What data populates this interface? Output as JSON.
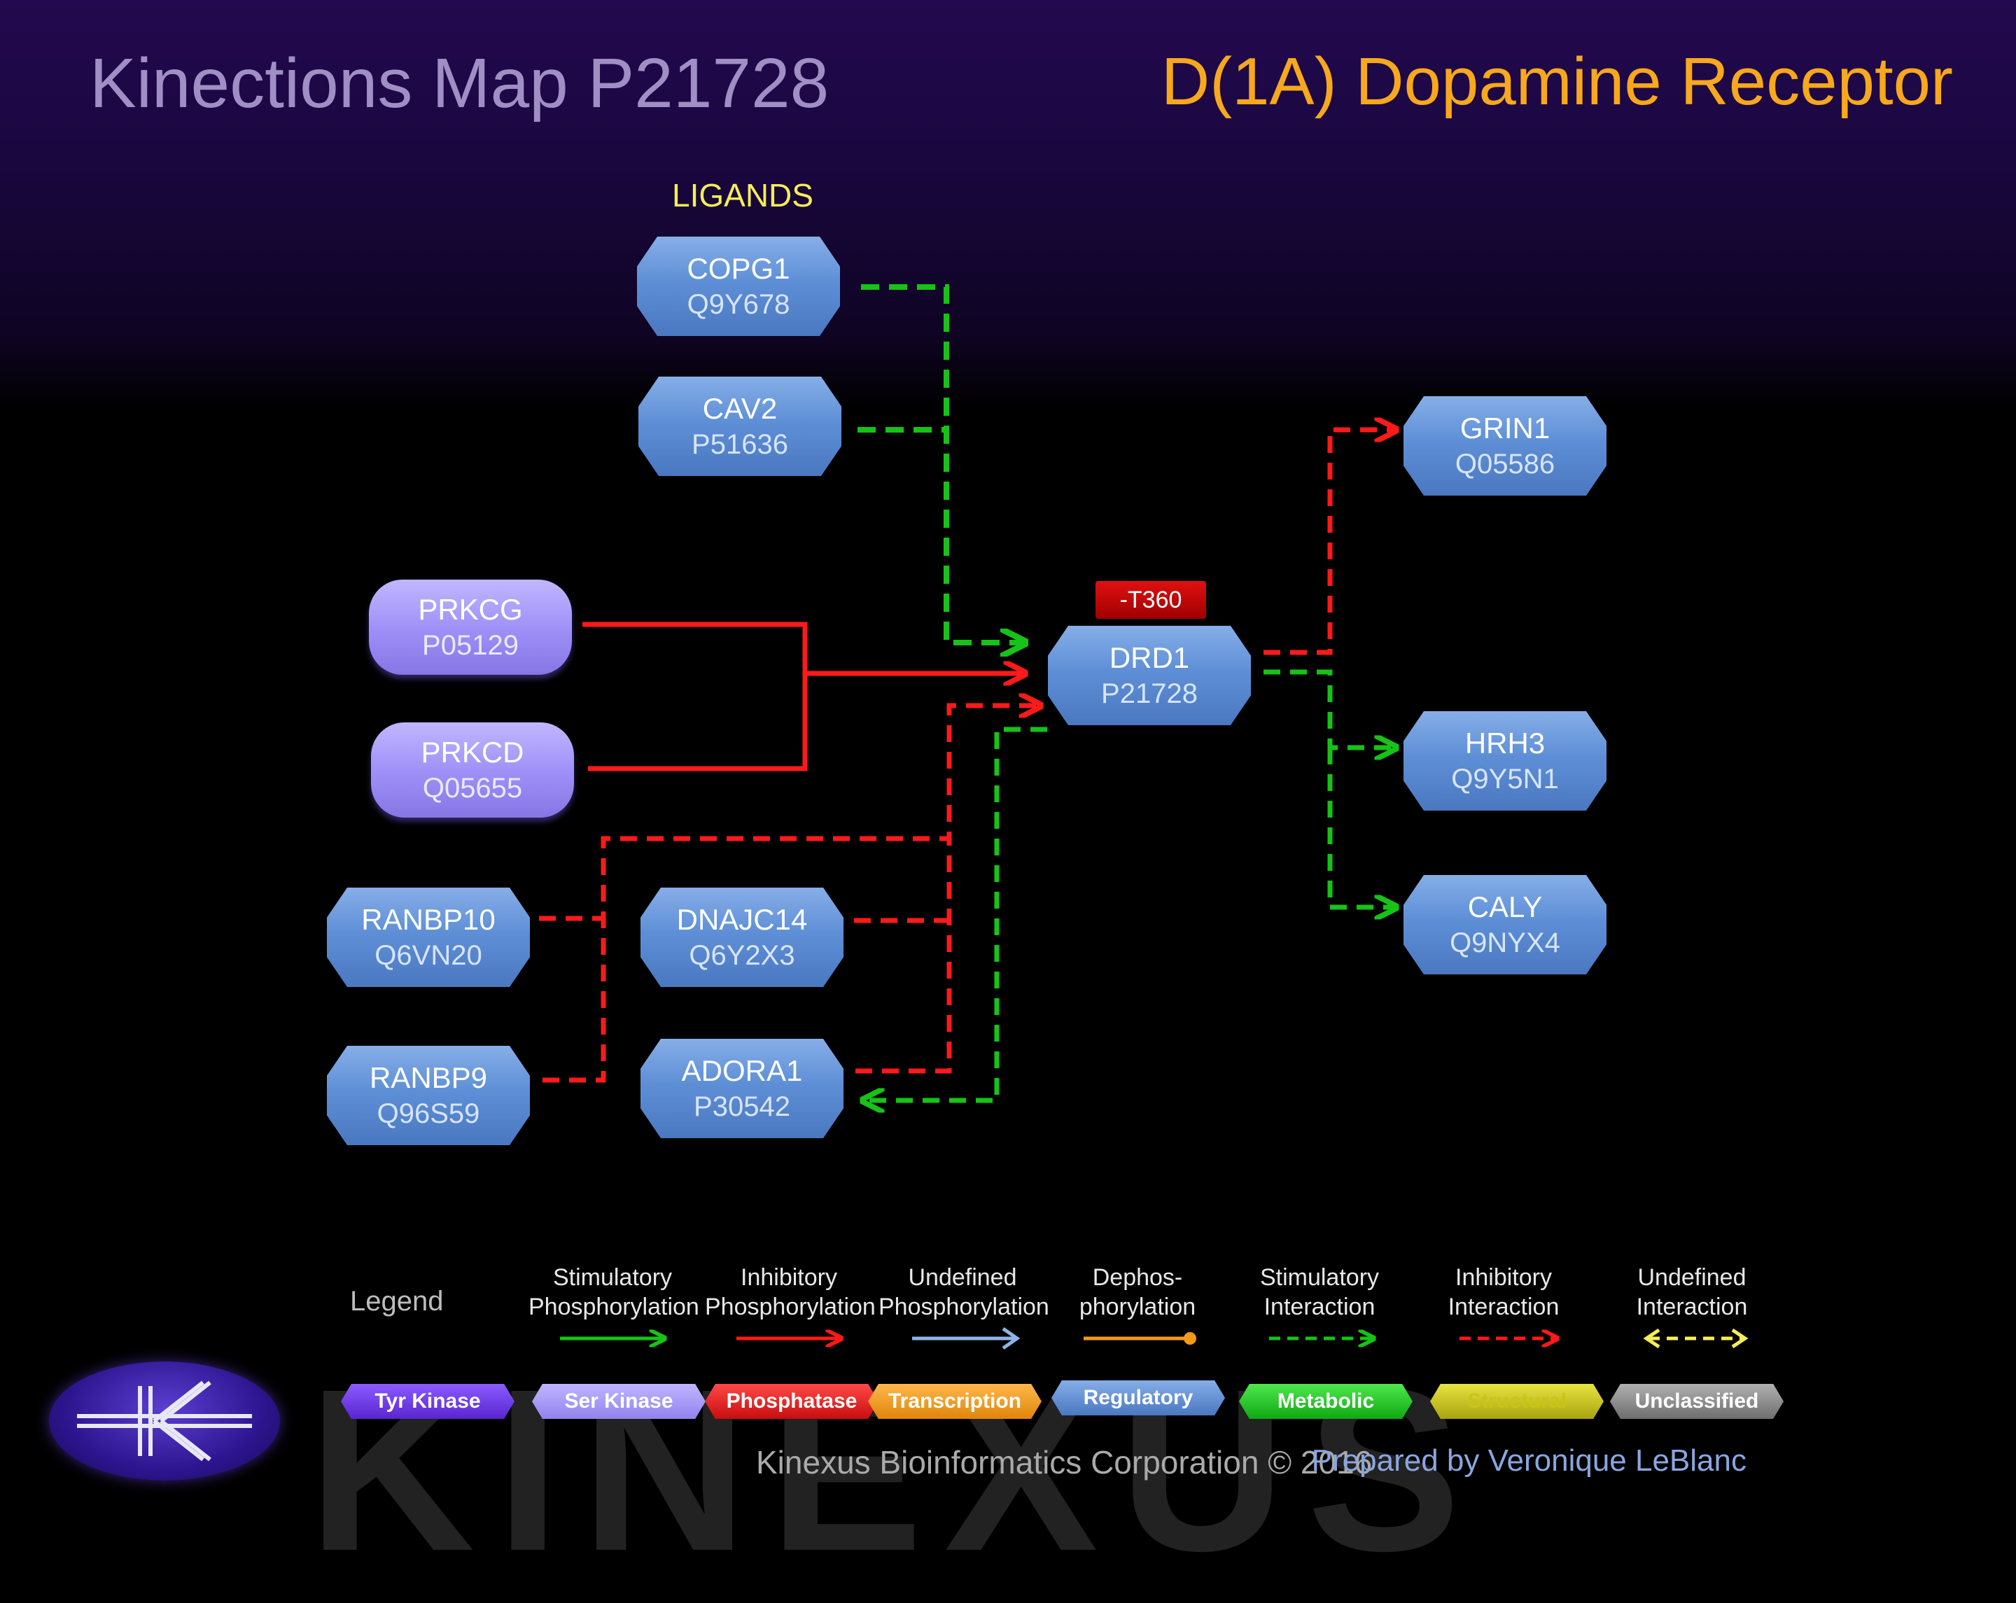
{
  "header": {
    "map_title": "Kinections Map P21728",
    "protein_title": "D(1A) Dopamine Receptor"
  },
  "section_labels": {
    "ligands": "LIGANDS"
  },
  "nodes": [
    {
      "id": "COPG1",
      "name": "COPG1",
      "accession": "Q9Y678",
      "category": "Regulatory"
    },
    {
      "id": "CAV2",
      "name": "CAV2",
      "accession": "P51636",
      "category": "Regulatory"
    },
    {
      "id": "PRKCG",
      "name": "PRKCG",
      "accession": "P05129",
      "category": "Ser Kinase"
    },
    {
      "id": "PRKCD",
      "name": "PRKCD",
      "accession": "Q05655",
      "category": "Ser Kinase"
    },
    {
      "id": "RANBP10",
      "name": "RANBP10",
      "accession": "Q6VN20",
      "category": "Regulatory"
    },
    {
      "id": "DNAJC14",
      "name": "DNAJC14",
      "accession": "Q6Y2X3",
      "category": "Regulatory"
    },
    {
      "id": "RANBP9",
      "name": "RANBP9",
      "accession": "Q96S59",
      "category": "Regulatory"
    },
    {
      "id": "ADORA1",
      "name": "ADORA1",
      "accession": "P30542",
      "category": "Regulatory"
    },
    {
      "id": "DRD1",
      "name": "DRD1",
      "accession": "P21728",
      "category": "Regulatory"
    },
    {
      "id": "GRIN1",
      "name": "GRIN1",
      "accession": "Q05586",
      "category": "Regulatory"
    },
    {
      "id": "HRH3",
      "name": "HRH3",
      "accession": "Q9Y5N1",
      "category": "Regulatory"
    },
    {
      "id": "CALY",
      "name": "CALY",
      "accession": "Q9NYX4",
      "category": "Regulatory"
    }
  ],
  "site_badge": "-T360",
  "edges": [
    {
      "from": "COPG1",
      "to": "DRD1",
      "type": "Stimulatory Interaction"
    },
    {
      "from": "CAV2",
      "to": "DRD1",
      "type": "Stimulatory Interaction"
    },
    {
      "from": "PRKCG",
      "to": "DRD1",
      "type": "Inhibitory Phosphorylation"
    },
    {
      "from": "PRKCD",
      "to": "DRD1",
      "type": "Inhibitory Phosphorylation"
    },
    {
      "from": "RANBP10",
      "to": "DRD1",
      "type": "Inhibitory Interaction"
    },
    {
      "from": "RANBP9",
      "to": "DRD1",
      "type": "Inhibitory Interaction"
    },
    {
      "from": "DNAJC14",
      "to": "DRD1",
      "type": "Inhibitory Interaction"
    },
    {
      "from": "ADORA1",
      "to": "DRD1",
      "type": "Inhibitory Interaction"
    },
    {
      "from": "DRD1",
      "to": "ADORA1",
      "type": "Stimulatory Interaction"
    },
    {
      "from": "DRD1",
      "to": "GRIN1",
      "type": "Inhibitory Interaction"
    },
    {
      "from": "DRD1",
      "to": "HRH3",
      "type": "Stimulatory Interaction"
    },
    {
      "from": "DRD1",
      "to": "CALY",
      "type": "Stimulatory Interaction"
    }
  ],
  "legend": {
    "label": "Legend",
    "edge_types": [
      {
        "line1": "Stimulatory",
        "line2": "Phosphorylation",
        "color": "#16c316",
        "style": "solid"
      },
      {
        "line1": "Inhibitory",
        "line2": "Phosphorylation",
        "color": "#ff1a1a",
        "style": "solid"
      },
      {
        "line1": "Undefined",
        "line2": "Phosphorylation",
        "color": "#8fb3e6",
        "style": "solid"
      },
      {
        "line1": "Dephos-",
        "line2": "phorylation",
        "color": "#f39a1a",
        "style": "solid"
      },
      {
        "line1": "Stimulatory",
        "line2": "Interaction",
        "color": "#16c316",
        "style": "dashed"
      },
      {
        "line1": "Inhibitory",
        "line2": "Interaction",
        "color": "#ff1a1a",
        "style": "dashed"
      },
      {
        "line1": "Undefined",
        "line2": "Interaction",
        "color": "#f5ee57",
        "style": "dashed"
      }
    ],
    "categories": [
      {
        "label": "Tyr Kinase",
        "color": "#6a35e0"
      },
      {
        "label": "Ser Kinase",
        "color": "#a394f5"
      },
      {
        "label": "Phosphatase",
        "color": "#e51818"
      },
      {
        "label": "Transcription",
        "color": "#f29a16"
      },
      {
        "label": "Regulatory",
        "color": "#5e8fd6"
      },
      {
        "label": "Metabolic",
        "color": "#17c21a"
      },
      {
        "label": "Structural",
        "color": "#c9c516"
      },
      {
        "label": "Unclassified",
        "color": "#8e8e8e"
      }
    ]
  },
  "watermark": "KINEXUS",
  "footer": {
    "corporation": "Kinexus Bioinformatics Corporation © 2016",
    "prepared_by": "Prepared by Veronique LeBlanc"
  },
  "colors": {
    "stimulatory": "#16c316",
    "inhibitory": "#ff1a1a",
    "regulatory": "#5e8fd6",
    "ser_kinase": "#a394f5",
    "title_accent": "#f7a81c"
  }
}
